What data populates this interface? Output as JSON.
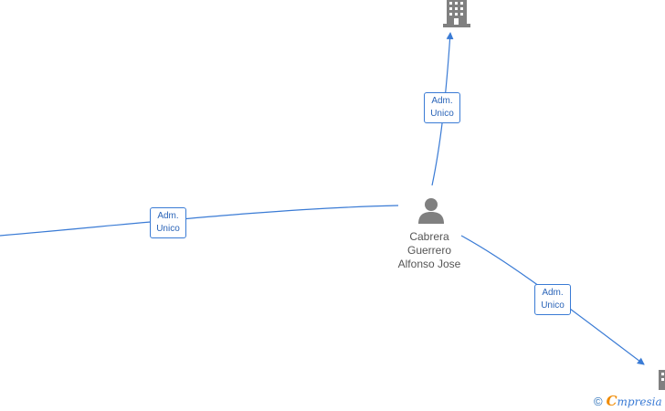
{
  "diagram": {
    "person": {
      "name_lines": [
        "Cabrera",
        "Guerrero",
        "Alfonso Jose"
      ]
    },
    "edges": [
      {
        "label_line1": "Adm.",
        "label_line2": "Unico",
        "target": "top-company"
      },
      {
        "label_line1": "Adm.",
        "label_line2": "Unico",
        "target": "left-offscreen"
      },
      {
        "label_line1": "Adm.",
        "label_line2": "Unico",
        "target": "bottom-right-company"
      }
    ],
    "colors": {
      "edge": "#3a7bd5",
      "icon": "#808080",
      "label_text": "#2a64b8"
    }
  },
  "footer": {
    "copyright_symbol": "©",
    "brand_initial": "C",
    "brand_rest": "mpresia"
  }
}
